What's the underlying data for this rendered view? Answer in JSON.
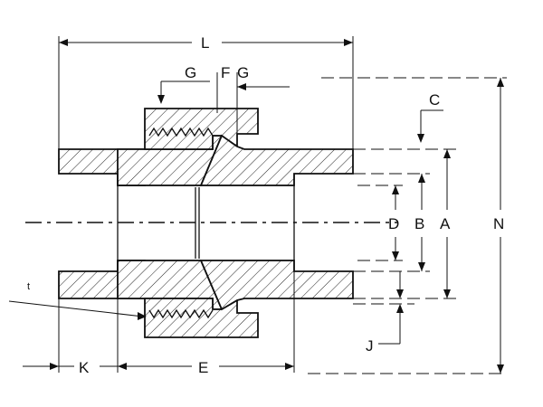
{
  "labels": {
    "L": "L",
    "G_left": "G",
    "F": "F",
    "G_right": "G",
    "C": "C",
    "D": "D",
    "B": "B",
    "A": "A",
    "N": "N",
    "J": "J",
    "K": "K",
    "E": "E",
    "T": "t"
  }
}
